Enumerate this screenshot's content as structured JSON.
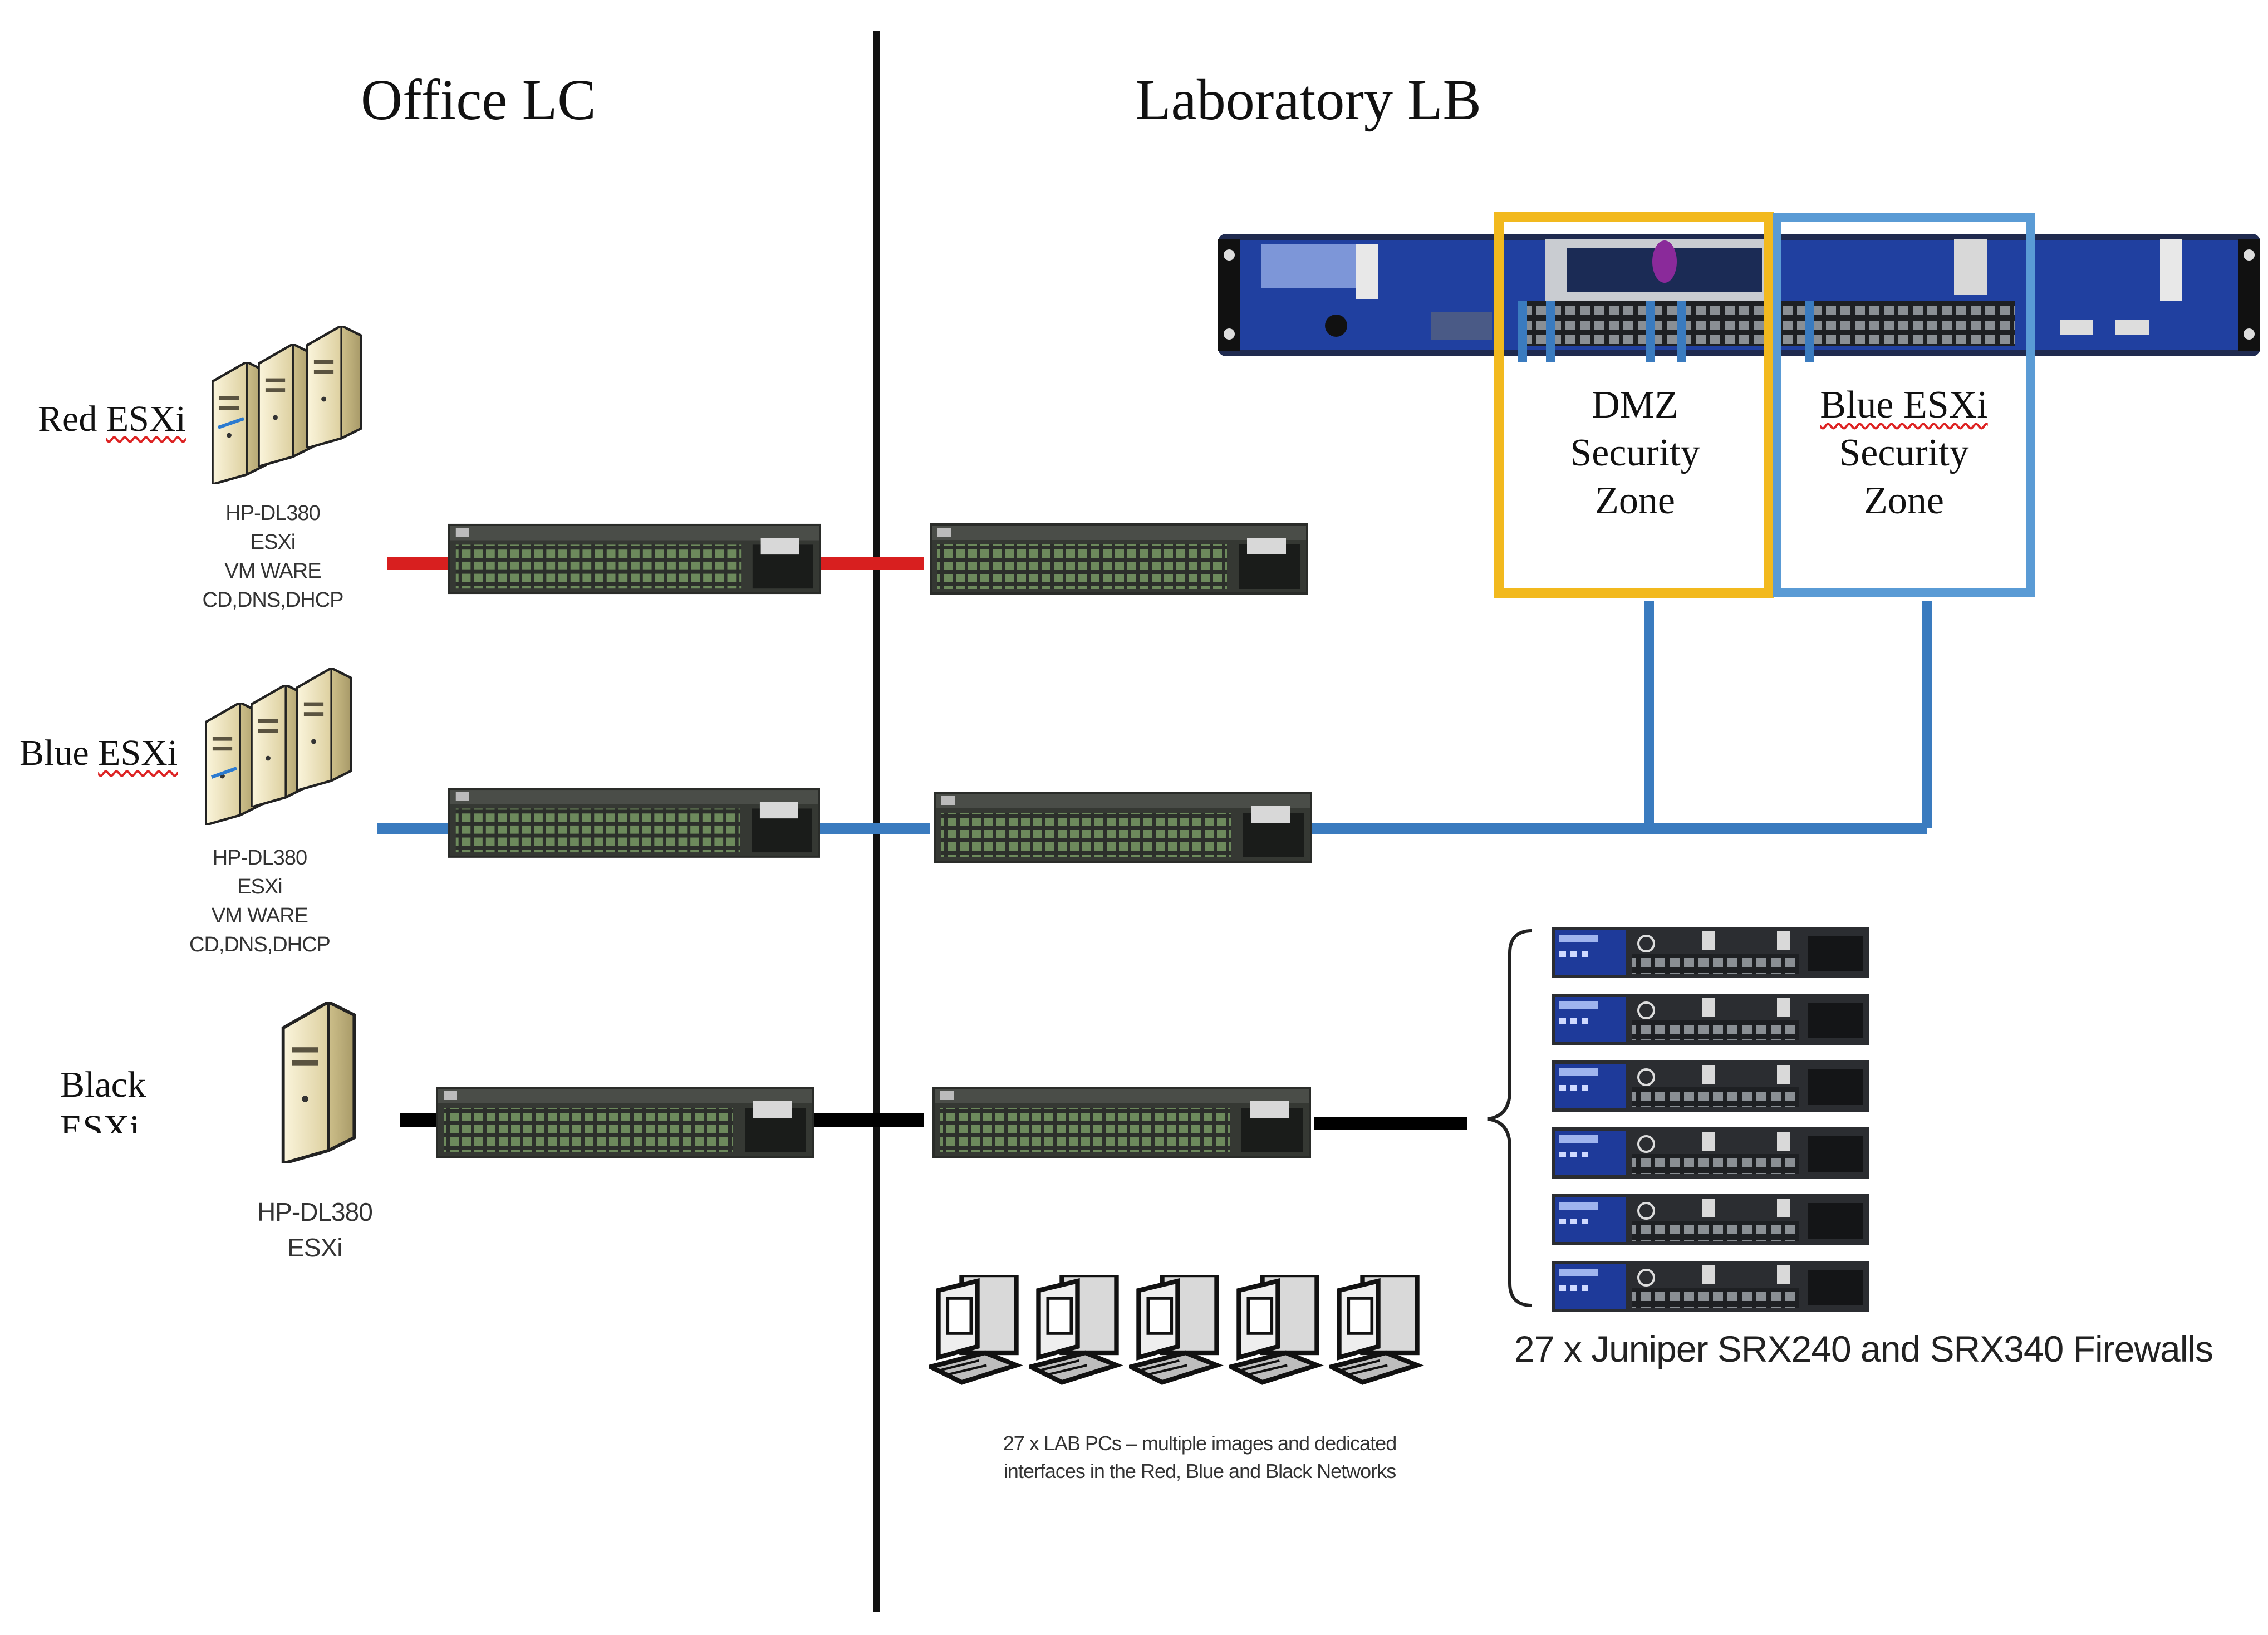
{
  "headings": {
    "office": "Office LC",
    "laboratory": "Laboratory LB"
  },
  "hosts": [
    {
      "name": "Red ESXi",
      "name_parts": [
        "Red ",
        "ESXi"
      ],
      "spec_lines": [
        "HP-DL380",
        "ESXi",
        "VM WARE",
        "CD,DNS,DHCP"
      ],
      "line_color": "#d81f1f"
    },
    {
      "name": "Blue ESXi",
      "name_parts": [
        "Blue ",
        "ESXi"
      ],
      "spec_lines": [
        "HP-DL380",
        "ESXi",
        "VM WARE",
        "CD,DNS,DHCP"
      ],
      "line_color": "#3a7bbf"
    },
    {
      "name": "Black ESXi",
      "name_parts": [
        "Black",
        "ESXi"
      ],
      "spec_lines": [
        "HP-DL380",
        "ESXi"
      ],
      "line_color": "#000000"
    }
  ],
  "zones": {
    "dmz": {
      "lines": [
        "DMZ",
        "Security",
        "Zone"
      ],
      "color": "#f2b91e"
    },
    "blue": {
      "lines": [
        "Blue ESXi",
        "Security",
        "Zone"
      ],
      "color": "#5a9bd5"
    }
  },
  "firewalls_caption": "27 x Juniper SRX240 and SRX340  Firewalls",
  "lab_pcs_caption": [
    "27 x LAB PCs – multiple images and dedicated",
    "interfaces in the Red, Blue and Black Networks"
  ],
  "colors": {
    "divider": "#111111",
    "switch_body": "#3b3d3a",
    "switch_ports": "#5f7a4f",
    "chassis_blue": "#1f3b8f",
    "server_beige": "#efe5bf"
  },
  "icons": [
    "server-tower-icon",
    "network-switch-icon",
    "srx-firewall-icon",
    "lab-pc-icon",
    "brace-icon"
  ]
}
